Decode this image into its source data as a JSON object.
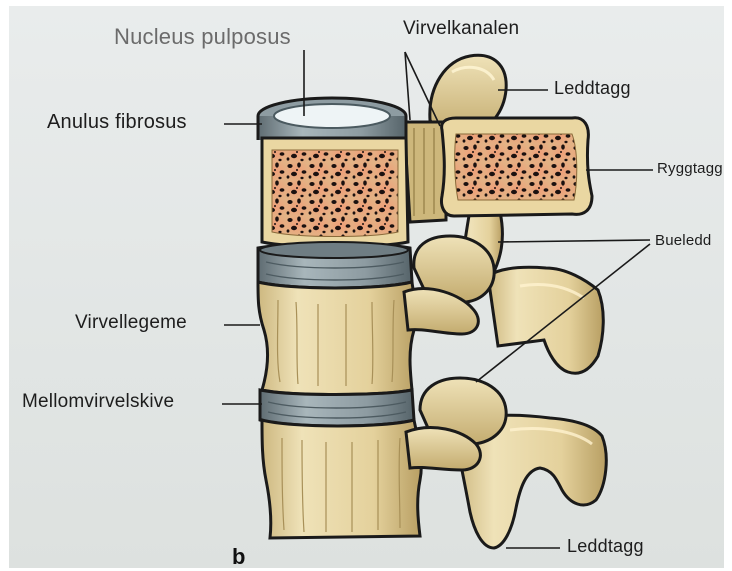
{
  "figure": {
    "panel_letter": "b",
    "labels": {
      "nucleus_pulposus": "Nucleus pulposus",
      "virvelkanalen": "Virvelkanalen",
      "leddtagg_top": "Leddtagg",
      "anulus_fibrosus": "Anulus fibrosus",
      "ryggtagg": "Ryggtagg",
      "bueledd": "Bueledd",
      "virvellegeme": "Virvellegeme",
      "mellomvirvelskive": "Mellomvirvelskive",
      "leddtagg_bottom": "Leddtagg"
    }
  },
  "colors": {
    "paper": "#e6e9e8",
    "bone": "#e8d7a6",
    "bone_shadow": "#b9a268",
    "cancellous": "#e08a6a",
    "disc": "#7f8d92",
    "nucleus": "#eef4f6",
    "outline": "#1a1a1a"
  }
}
